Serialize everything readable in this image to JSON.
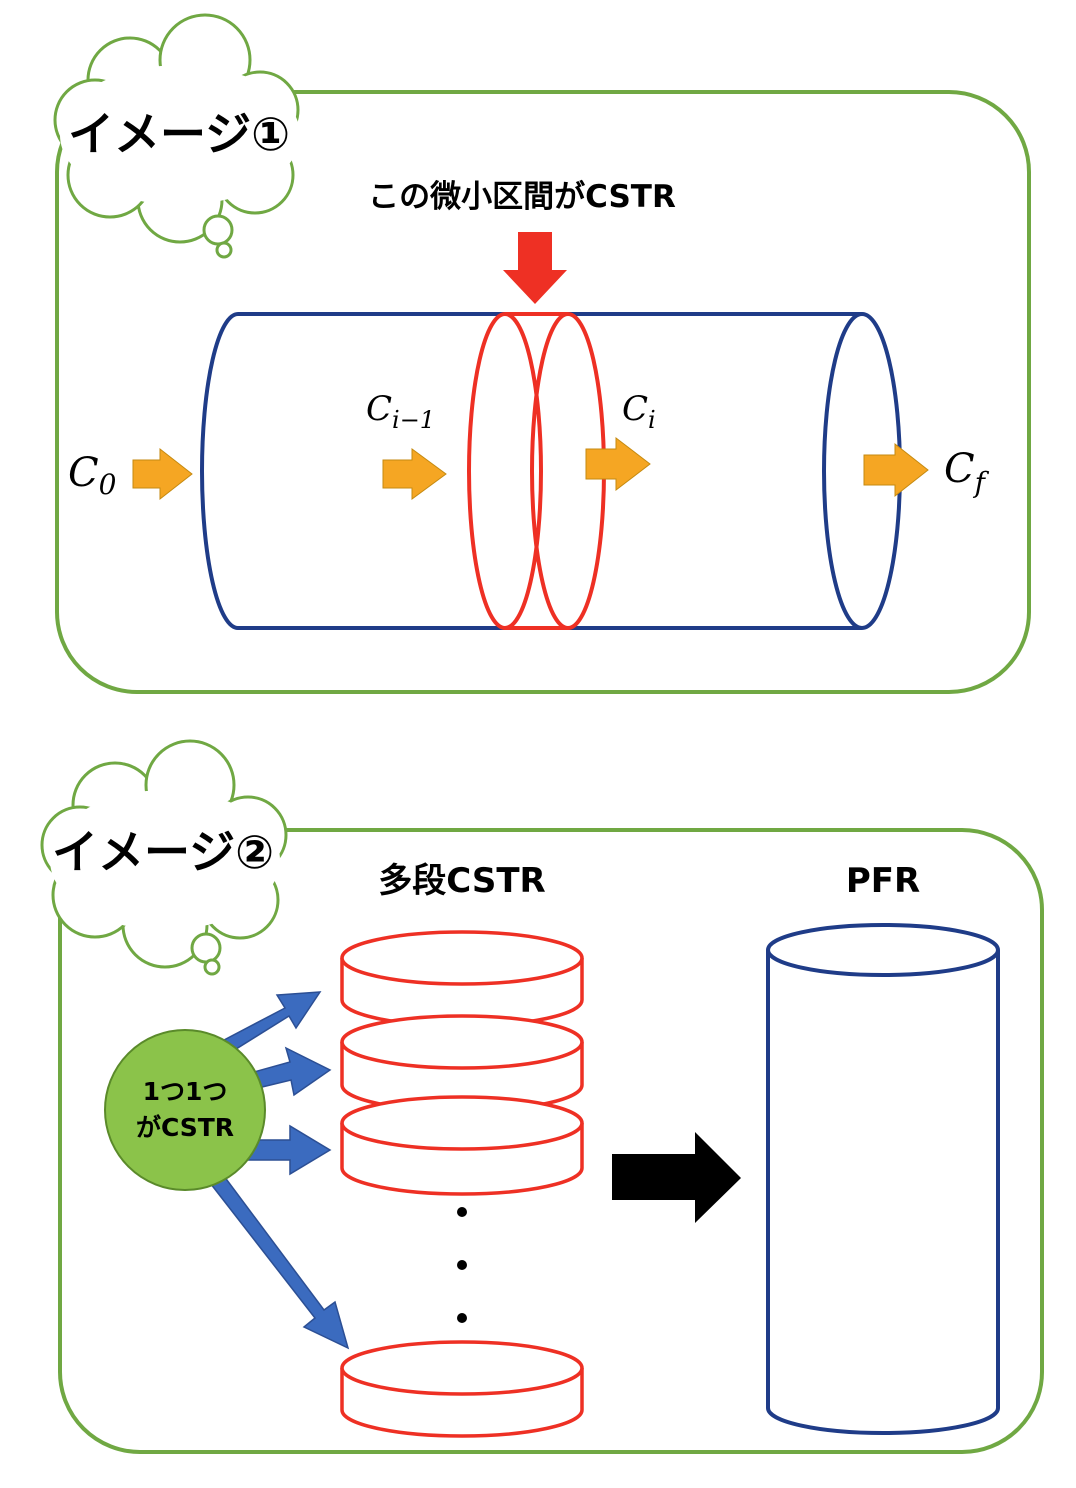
{
  "panel1": {
    "title": "イメージ①",
    "annotation": "この微小区間がCSTR",
    "labels": {
      "inlet": {
        "main": "C",
        "sub": "0"
      },
      "before_slice": {
        "main": "C",
        "sub": "i−1"
      },
      "after_slice": {
        "main": "C",
        "sub": "i"
      },
      "outlet": {
        "main": "C",
        "sub": "f"
      }
    }
  },
  "panel2": {
    "title": "イメージ②",
    "left_heading": "多段CSTR",
    "right_heading": "PFR",
    "bubble_line1": "1つ1つ",
    "bubble_line2": "がCSTR",
    "ellipsis_dots": "・・・"
  },
  "colors": {
    "frame_green": "#70a843",
    "reactor_blue": "#1f3c88",
    "cstr_red": "#ee3024",
    "flow_orange": "#f5a623",
    "pointer_blue": "#3b6bbf",
    "bubble_green": "#8bc34a",
    "big_arrow": "#000000"
  }
}
